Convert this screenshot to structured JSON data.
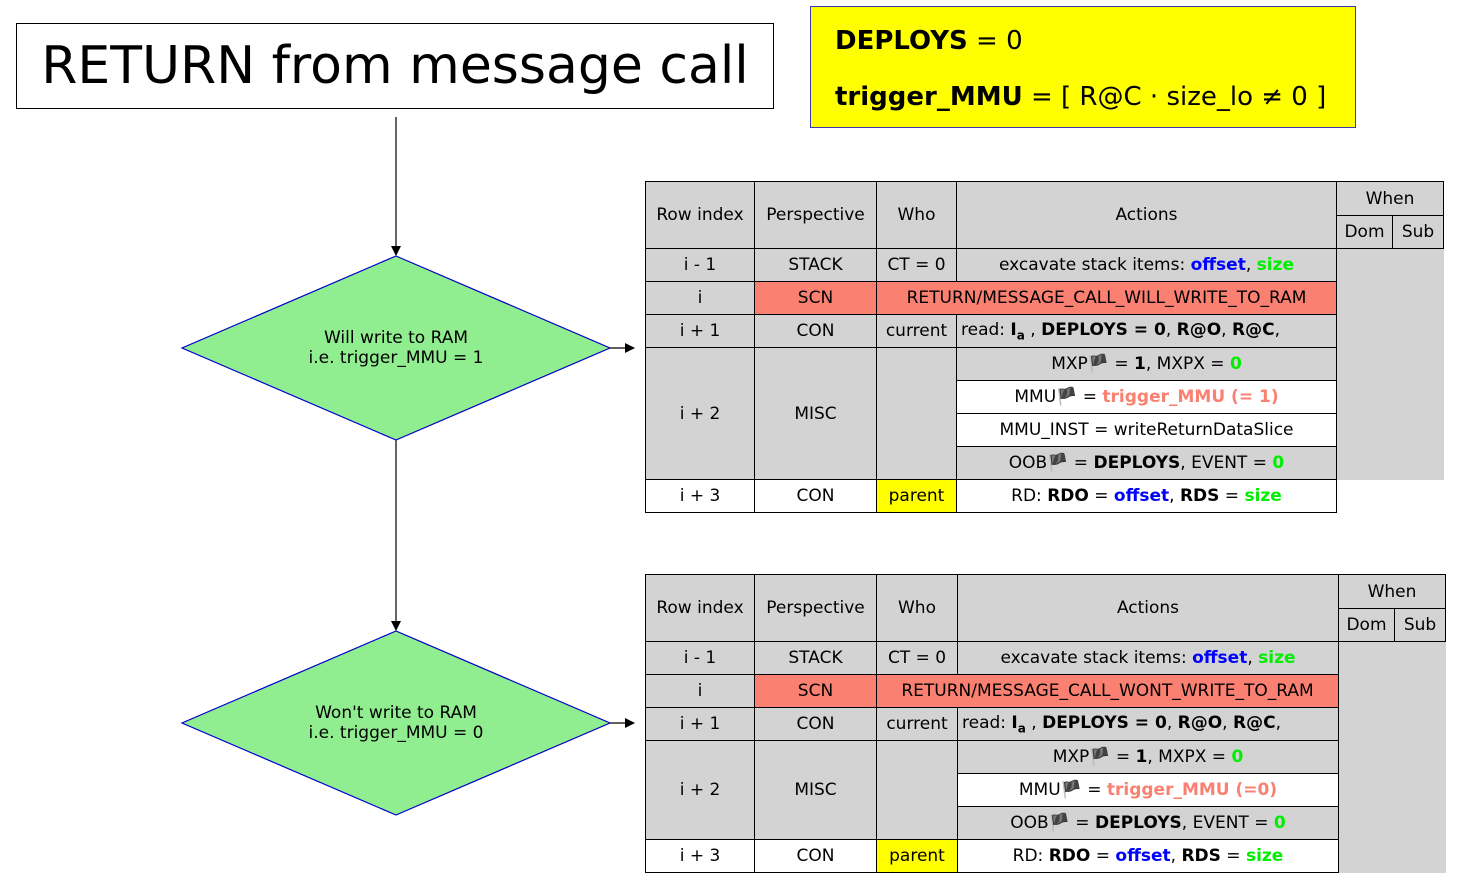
{
  "title": "RETURN from message call",
  "conditions": {
    "deploys_name": "DEPLOYS",
    "deploys_value": " = 0",
    "trigger_name": "trigger_MMU",
    "trigger_value": " = [ R@C · size_lo ≠ 0 ]"
  },
  "diamonds": [
    {
      "line1": "Will write to RAM",
      "line2": "i.e. trigger_MMU = 1"
    },
    {
      "line1": "Won't write to RAM",
      "line2": "i.e. trigger_MMU = 0"
    }
  ],
  "headers": {
    "row_index": "Row index",
    "perspective": "Perspective",
    "who": "Who",
    "actions": "Actions",
    "when": "When",
    "dom": "Dom",
    "sub": "Sub"
  },
  "tables": [
    {
      "rows": {
        "r_im1": {
          "index": "i - 1",
          "persp": "STACK",
          "who": "CT = 0",
          "act_prefix": "excavate stack items: ",
          "offset": "offset",
          "sep": ", ",
          "size": "size"
        },
        "r_i": {
          "index": "i",
          "persp": "SCN",
          "instr": "RETURN/MESSAGE_CALL_WILL_WRITE_TO_RAM"
        },
        "r_ip1": {
          "index": "i + 1",
          "persp": "CON",
          "who": "current",
          "read_prefix": "read: ",
          "ia": "I",
          "ia_sub": "a",
          "read_rest_1": " , ",
          "deploys": "DEPLOYS = 0",
          "read_rest_2": ", ",
          "ro": "R@O",
          "read_rest_3": ", ",
          "rc": "R@C",
          "read_rest_4": ","
        },
        "r_ip2": {
          "index": "i + 2",
          "persp": "MISC",
          "mxp_a": "MXP",
          "flag": "🏴",
          "mxp_b": " = ",
          "mxp_one": "1",
          "mxp_c": ", MXPX = ",
          "mxp_zero": "0",
          "mmu_a": "MMU",
          "mmu_b": " = ",
          "mmu_val": "trigger_MMU (= 1)",
          "mmu_inst": "MMU_INST = writeReturnDataSlice",
          "oob_a": "OOB",
          "oob_b": " = ",
          "oob_deploys": "DEPLOYS",
          "oob_c": ", EVENT = ",
          "oob_zero": "0"
        },
        "r_ip3": {
          "index": "i + 3",
          "persp": "CON",
          "who": "parent",
          "rd_prefix": "RD: ",
          "rdo": "RDO",
          "eq1": " = ",
          "offset": "offset",
          "sep": ", ",
          "rds": "RDS",
          "eq2": " = ",
          "size": "size"
        }
      }
    },
    {
      "rows": {
        "r_im1": {
          "index": "i - 1",
          "persp": "STACK",
          "who": "CT = 0",
          "act_prefix": "excavate stack items: ",
          "offset": "offset",
          "sep": ", ",
          "size": "size"
        },
        "r_i": {
          "index": "i",
          "persp": "SCN",
          "instr": "RETURN/MESSAGE_CALL_WONT_WRITE_TO_RAM"
        },
        "r_ip1": {
          "index": "i + 1",
          "persp": "CON",
          "who": "current",
          "read_prefix": "read: ",
          "ia": "I",
          "ia_sub": "a",
          "read_rest_1": " , ",
          "deploys": "DEPLOYS = 0",
          "read_rest_2": ", ",
          "ro": "R@O",
          "read_rest_3": ", ",
          "rc": "R@C",
          "read_rest_4": ","
        },
        "r_ip2": {
          "index": "i + 2",
          "persp": "MISC",
          "mxp_a": "MXP",
          "flag": "🏴",
          "mxp_b": " = ",
          "mxp_one": "1",
          "mxp_c": ", MXPX = ",
          "mxp_zero": "0",
          "mmu_a": "MMU",
          "mmu_b": " = ",
          "mmu_val": "trigger_MMU (=0)",
          "oob_a": "OOB",
          "oob_b": " = ",
          "oob_deploys": "DEPLOYS",
          "oob_c": ", EVENT = ",
          "oob_zero": "0"
        },
        "r_ip3": {
          "index": "i + 3",
          "persp": "CON",
          "who": "parent",
          "rd_prefix": "RD: ",
          "rdo": "RDO",
          "eq1": " = ",
          "offset": "offset",
          "sep": ", ",
          "rds": "RDS",
          "eq2": " = ",
          "size": "size"
        }
      }
    }
  ]
}
